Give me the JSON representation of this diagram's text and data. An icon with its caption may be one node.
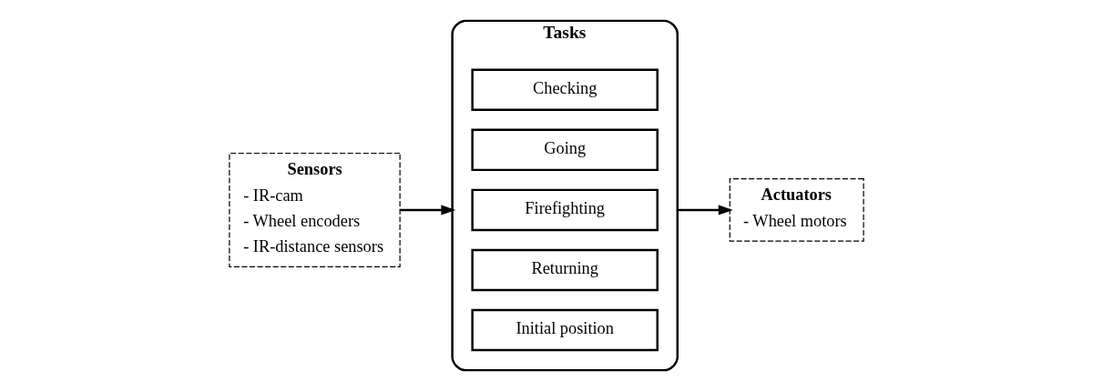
{
  "diagram": {
    "nodes": [
      {
        "text": [
          "Sensors",
          "- IR-cam",
          "- Wheel encoders",
          "- IR-distance sensors"
        ]
      },
      {
        "text": [
          "Tasks"
        ]
      },
      {
        "text": [
          "Checking"
        ],
        "in": 1
      },
      {
        "text": [
          "Going"
        ],
        "in": 1
      },
      {
        "text": [
          "Firefighting"
        ],
        "in": 1
      },
      {
        "text": [
          "Returning"
        ],
        "in": 1
      },
      {
        "text": [
          "Initial position"
        ],
        "in": 1
      },
      {
        "text": [
          "Actuators",
          "- Wheel motors"
        ]
      }
    ],
    "edges": [
      {
        "from": 0,
        "to": 1,
        "arrow": "to"
      },
      {
        "from": 1,
        "to": 7,
        "arrow": "to"
      }
    ]
  }
}
